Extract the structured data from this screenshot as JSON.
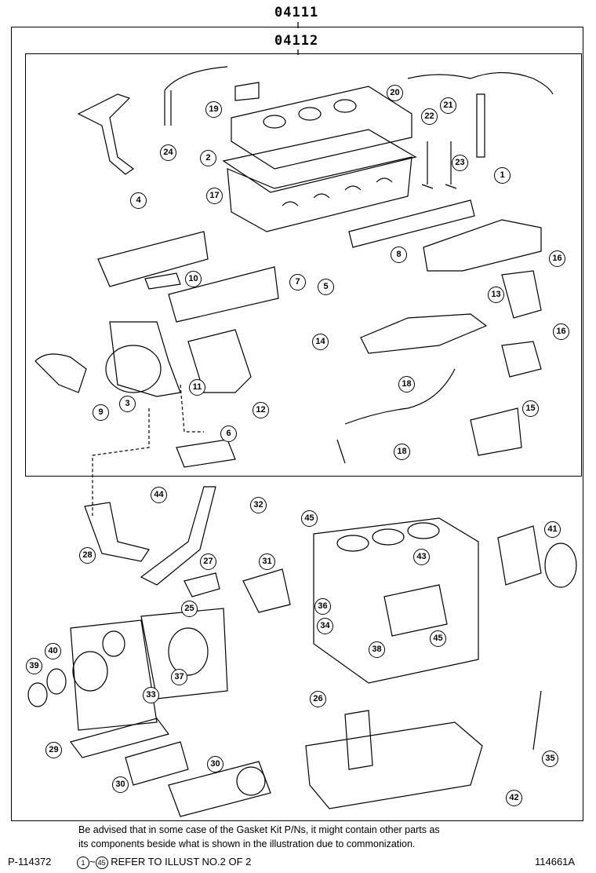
{
  "header": {
    "kit_outer": "04111",
    "kit_inner": "04112"
  },
  "callouts": [
    {
      "n": "1"
    },
    {
      "n": "2"
    },
    {
      "n": "3"
    },
    {
      "n": "4"
    },
    {
      "n": "5"
    },
    {
      "n": "6"
    },
    {
      "n": "7"
    },
    {
      "n": "8"
    },
    {
      "n": "9"
    },
    {
      "n": "10"
    },
    {
      "n": "11"
    },
    {
      "n": "12"
    },
    {
      "n": "13"
    },
    {
      "n": "14"
    },
    {
      "n": "15"
    },
    {
      "n": "16"
    },
    {
      "n": "16"
    },
    {
      "n": "17"
    },
    {
      "n": "18"
    },
    {
      "n": "18"
    },
    {
      "n": "19"
    },
    {
      "n": "20"
    },
    {
      "n": "21"
    },
    {
      "n": "22"
    },
    {
      "n": "23"
    },
    {
      "n": "24"
    },
    {
      "n": "25"
    },
    {
      "n": "26"
    },
    {
      "n": "27"
    },
    {
      "n": "28"
    },
    {
      "n": "29"
    },
    {
      "n": "30"
    },
    {
      "n": "30"
    },
    {
      "n": "31"
    },
    {
      "n": "32"
    },
    {
      "n": "33"
    },
    {
      "n": "34"
    },
    {
      "n": "35"
    },
    {
      "n": "36"
    },
    {
      "n": "37"
    },
    {
      "n": "38"
    },
    {
      "n": "39"
    },
    {
      "n": "40"
    },
    {
      "n": "41"
    },
    {
      "n": "42"
    },
    {
      "n": "43"
    },
    {
      "n": "44"
    },
    {
      "n": "45"
    },
    {
      "n": "45"
    }
  ],
  "note": {
    "line1": "Be advised that in some case of the Gasket Kit P/Ns,  it might contain other parts as",
    "line2": "its components beside what is shown in the illustration due to commonization."
  },
  "footer": {
    "ref_code": "P-114372",
    "range_start": "1",
    "range_tilde": "~",
    "range_end": "45",
    "refer_text": "REFER TO ILLUST NO.2 OF 2",
    "illust_no": "114661A"
  }
}
